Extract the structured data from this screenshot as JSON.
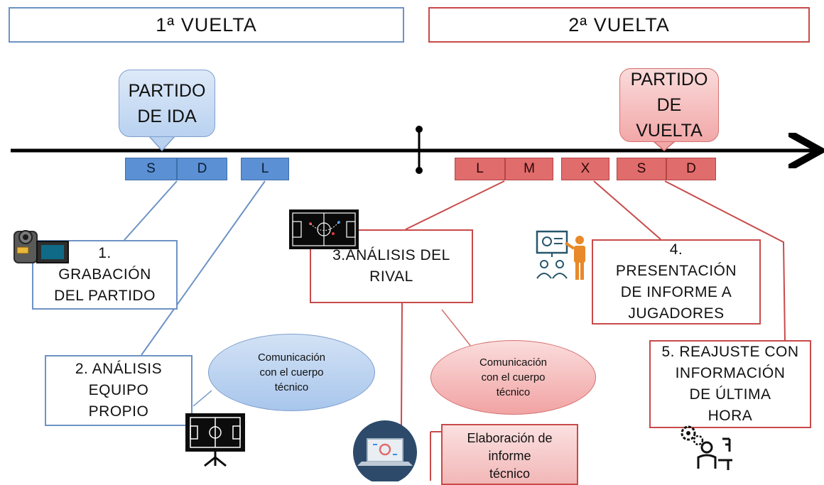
{
  "headers": {
    "first_round": "1ª VUELTA",
    "second_round": "2ª VUELTA"
  },
  "callouts": {
    "ida": [
      "PARTIDO",
      "DE IDA"
    ],
    "vuelta": [
      "PARTIDO DE",
      "VUELTA"
    ]
  },
  "days": {
    "ida": [
      "S",
      "D",
      "L"
    ],
    "vuelta": [
      "L",
      "M",
      "X",
      "S",
      "D"
    ]
  },
  "steps": {
    "step1": [
      "1.",
      "GRABACIÓN",
      "DEL PARTIDO"
    ],
    "step2": [
      "2. ANÁLISIS",
      "EQUIPO",
      "PROPIO"
    ],
    "step3": [
      "3.ANÁLISIS DEL",
      "RIVAL"
    ],
    "step4": [
      "4.",
      "PRESENTACIÓN",
      "DE INFORME A",
      "JUGADORES"
    ],
    "step5": [
      "5. REAJUSTE CON",
      "INFORMACIÓN",
      "DE ÚLTIMA",
      "HORA"
    ]
  },
  "bubbles": {
    "blue": [
      "Comunicación",
      "con el cuerpo",
      "técnico"
    ],
    "red": [
      "Comunicación",
      "con el cuerpo",
      "técnico"
    ]
  },
  "elaboration": [
    "Elaboración de",
    "informe",
    "técnico"
  ],
  "icons": {
    "step1": "video-camera-icon",
    "step2": "tactics-board-icon",
    "step3": "tactics-field-icon",
    "step4": "presentation-icon",
    "step5": "worker-gear-icon",
    "elaboration": "laptop-report-icon"
  },
  "colors": {
    "blue_accent": "#5b90d4",
    "blue_border": "#6d93c4",
    "red_accent": "#e06c6c",
    "red_border": "#c94a4a"
  }
}
